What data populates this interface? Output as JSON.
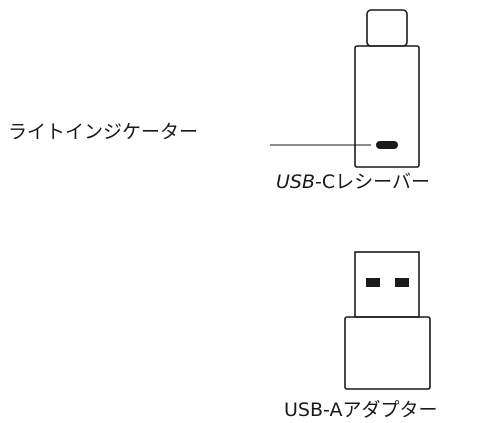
{
  "labels": {
    "light_indicator": "ライトインジケーター",
    "receiver_usb": "USB",
    "receiver_rest": "-Cレシーバー",
    "adapter": "USB-Aアダプター"
  },
  "colors": {
    "stroke": "#1a1a1a",
    "background": "#ffffff"
  }
}
